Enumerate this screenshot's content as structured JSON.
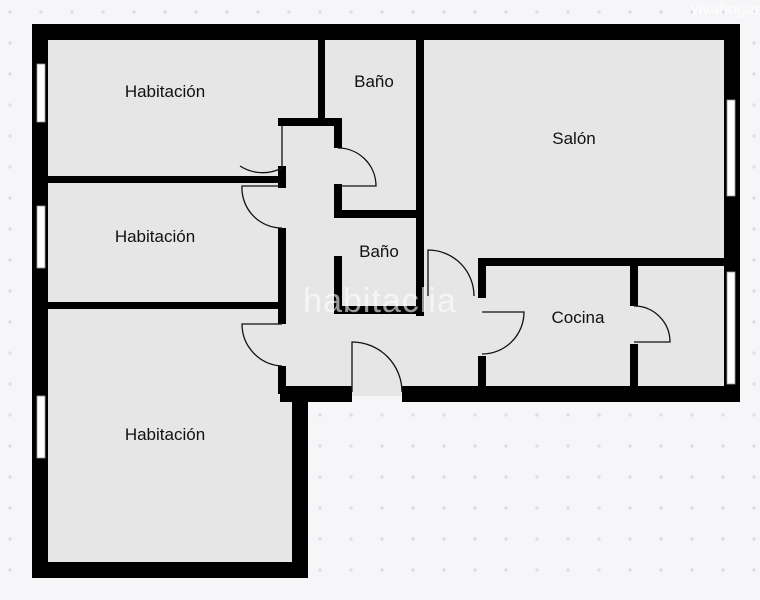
{
  "colors": {
    "background": "#f6f6f8",
    "grid_mark": "#cfd6e6",
    "room_fill": "#e6e6e6",
    "wall": "#000000",
    "door_line": "#111111",
    "window_fill": "#ffffff"
  },
  "rooms": {
    "bedroom_1": {
      "label": "Habitación"
    },
    "bedroom_2": {
      "label": "Habitación"
    },
    "bedroom_3": {
      "label": "Habitación"
    },
    "bathroom_1": {
      "label": "Baño"
    },
    "bathroom_2": {
      "label": "Baño"
    },
    "living_room": {
      "label": "Salón"
    },
    "kitchen": {
      "label": "Cocina"
    }
  },
  "watermarks": {
    "center": "habitaclia",
    "corner": "vivahogar"
  }
}
